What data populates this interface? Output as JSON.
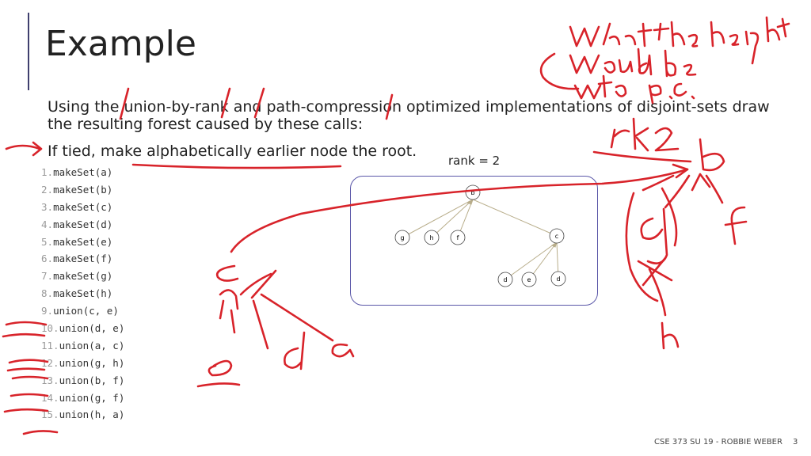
{
  "slide": {
    "title": "Example",
    "paragraph": "Using the union-by-rank and path-compression optimized implementations of disjoint-sets draw the resulting forest caused by these calls:",
    "tie_rule": "If tied, make alphabetically earlier node the root.",
    "code_lines": [
      {
        "num": "1.",
        "code": "makeSet(a)"
      },
      {
        "num": "2.",
        "code": "makeSet(b)"
      },
      {
        "num": "3.",
        "code": "makeSet(c)"
      },
      {
        "num": "4.",
        "code": "makeSet(d)"
      },
      {
        "num": "5.",
        "code": "makeSet(e)"
      },
      {
        "num": "6.",
        "code": "makeSet(f)"
      },
      {
        "num": "7.",
        "code": "makeSet(g)"
      },
      {
        "num": "8.",
        "code": "makeSet(h)"
      },
      {
        "num": "9.",
        "code": "union(c, e)"
      },
      {
        "num": "10.",
        "code": "union(d, e)"
      },
      {
        "num": "11.",
        "code": "union(a, c)"
      },
      {
        "num": "12.",
        "code": "union(g, h)"
      },
      {
        "num": "13.",
        "code": "union(b, f)"
      },
      {
        "num": "14.",
        "code": "union(g, f)"
      },
      {
        "num": "15.",
        "code": "union(h, a)"
      }
    ],
    "rank_label": "rank = 2",
    "footer": "CSE 373 SU 19 - ROBBIE WEBER",
    "slide_number": "3"
  },
  "diagram": {
    "nodes": {
      "b": "b",
      "g": "g",
      "h": "h",
      "f": "f",
      "c": "c",
      "d1": "d",
      "e": "e",
      "d2": "d"
    }
  },
  "colors": {
    "ink": "#d8232a",
    "box_border": "#5a57a8",
    "edge": "#b8ad8a",
    "accent_bar": "#3f3f6e"
  }
}
